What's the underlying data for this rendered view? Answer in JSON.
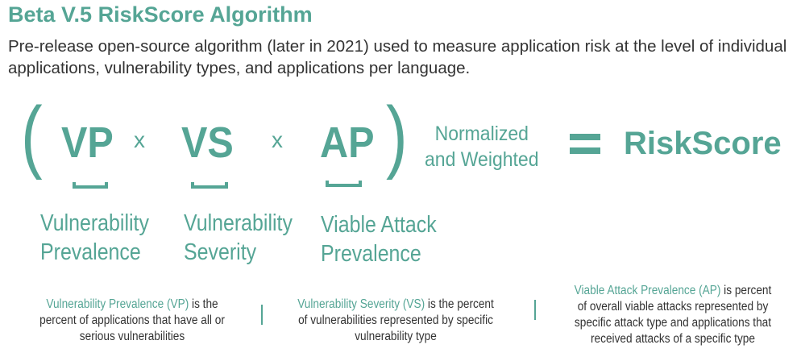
{
  "title": "Beta V.5 RiskScore Algorithm",
  "subtitle": "Pre-release open-source algorithm (later in 2021) used to measure application risk at the level of individual applications, vulnerability types, and applications per language.",
  "formula": {
    "open_paren": "(",
    "close_paren": ")",
    "terms": [
      "VP",
      "VS",
      "AP"
    ],
    "operator": "x",
    "modifier": [
      "Normalized",
      "and Weighted"
    ],
    "result": "RiskScore"
  },
  "labels": [
    [
      "Vulnerability",
      "Prevalence"
    ],
    [
      "Vulnerability",
      "Severity"
    ],
    [
      "Viable Attack",
      "Prevalence"
    ]
  ],
  "descriptions": [
    {
      "term": "Vulnerability Prevalence (VP)",
      "text": " is the percent of applications that have all or serious vulnerabilities"
    },
    {
      "term": "Vulnerability Severity (VS)",
      "text": " is the percent of vulnerabilities represented by specific vulnerability type"
    },
    {
      "term": "Viable Attack Prevalence (AP)",
      "text": " is percent of overall viable attacks represented by specific attack type and applications that received attacks of a specific type"
    }
  ],
  "colors": {
    "accent": "#55a595",
    "text": "#333333"
  }
}
